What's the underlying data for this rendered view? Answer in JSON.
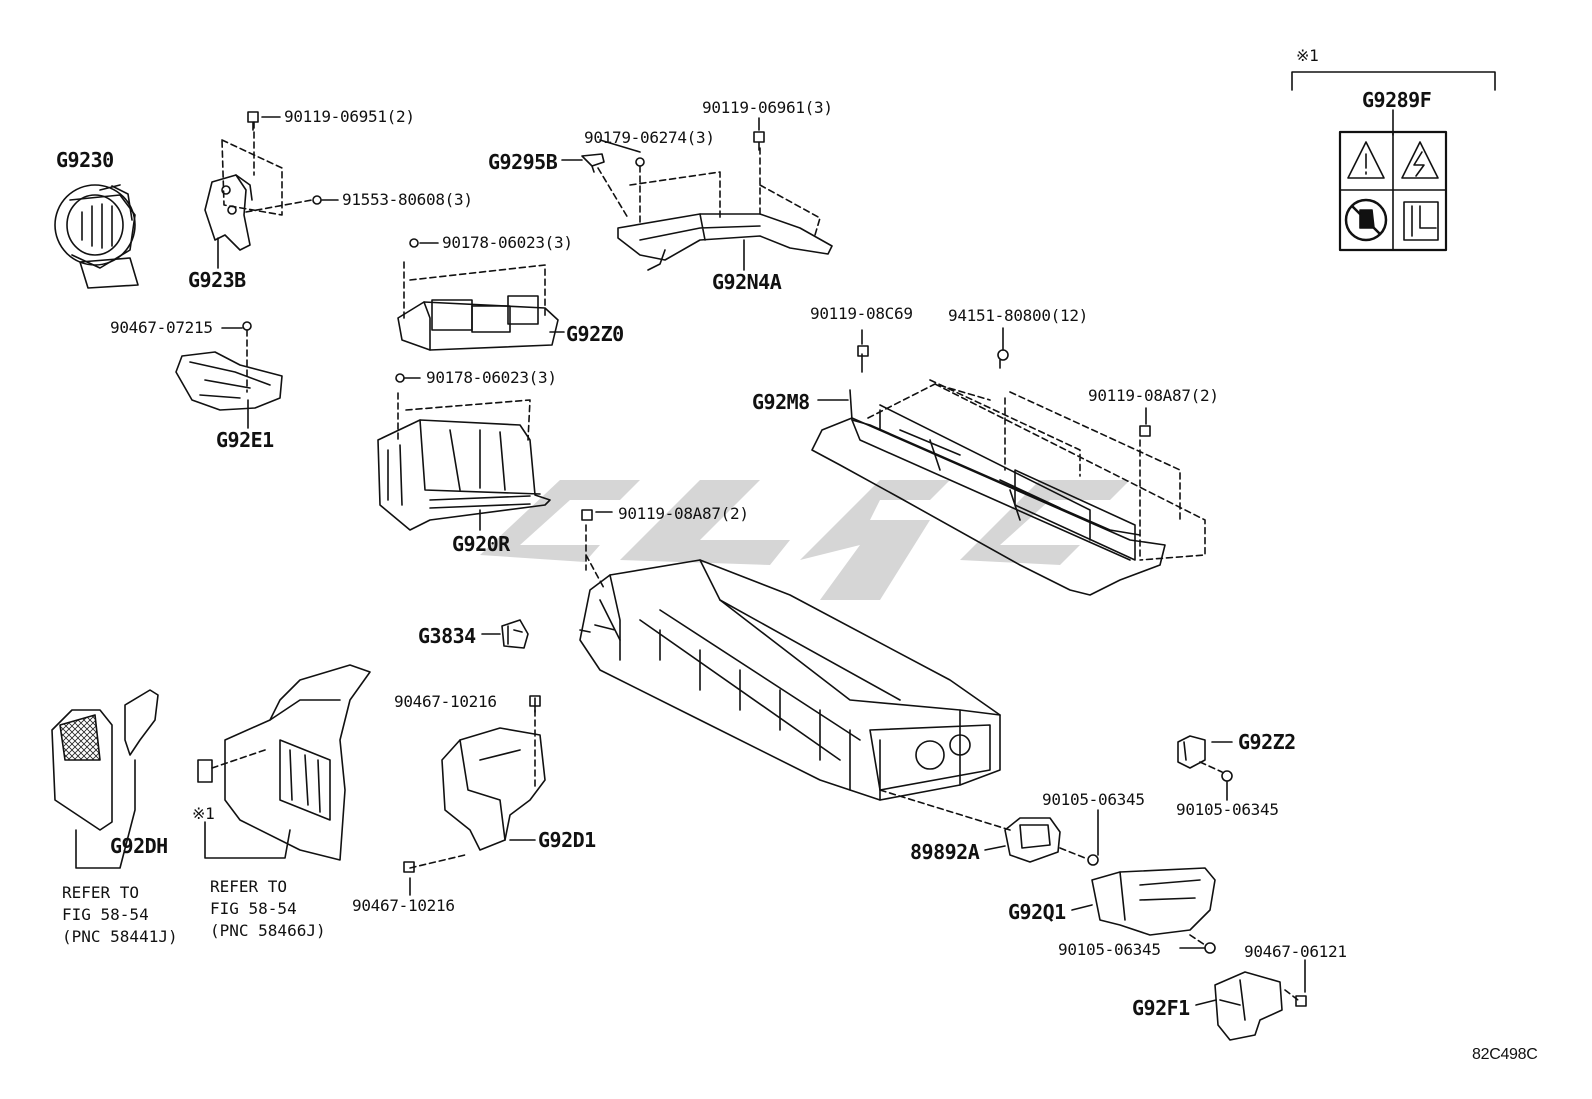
{
  "diagram_id": "82C498C",
  "note_marker": "※1",
  "parts": {
    "g9230": "G9230",
    "g923b": "G923B",
    "g92e1": "G92E1",
    "g92z0": "G92Z0",
    "g920r": "G920R",
    "g9295b": "G9295B",
    "g92n4a": "G92N4A",
    "g92m8": "G92M8",
    "g9289f": "G9289F",
    "g3834": "G3834",
    "g92dh": "G92DH",
    "g92d1": "G92D1",
    "g92z2": "G92Z2",
    "p89892a": "89892A",
    "g92q1": "G92Q1",
    "g92f1": "G92F1"
  },
  "fasteners": {
    "f1": "90119-06951(2)",
    "f2": "91553-80608(3)",
    "f3": "90178-06023(3)",
    "f4": "90467-07215",
    "f5": "90178-06023(3)",
    "f6": "90179-06274(3)",
    "f7": "90119-06961(3)",
    "f8": "90119-08C69",
    "f9": "94151-80800(12)",
    "f10": "90119-08A87(2)",
    "f11": "90119-08A87(2)",
    "f12": "90467-10216",
    "f13": "90467-10216",
    "f14": "90105-06345",
    "f15": "90105-06345",
    "f16": "90105-06345",
    "f17": "90467-06121"
  },
  "refer": {
    "left": [
      "REFER TO",
      "FIG 58-54",
      "(PNC 58441J)"
    ],
    "right": [
      "REFER TO",
      "FIG 58-54",
      "(PNC 58466J)"
    ]
  }
}
